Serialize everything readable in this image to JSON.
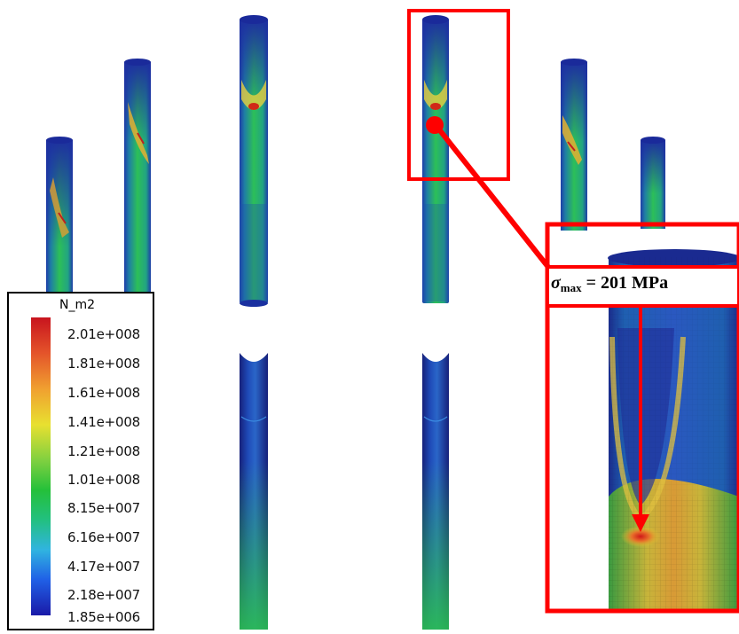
{
  "legend": {
    "unit": "N_m2",
    "labels": [
      "2.01e+008",
      "1.81e+008",
      "1.61e+008",
      "1.41e+008",
      "1.21e+008",
      "1.01e+008",
      "8.15e+007",
      "6.16e+007",
      "4.17e+007",
      "2.18e+007",
      "1.85e+006"
    ]
  },
  "callout": {
    "symbol": "σ",
    "subscript": "max",
    "value_text": " = 201 MPa"
  },
  "colors": {
    "callout_red": "#ff0000",
    "max_stress": "#c8141e",
    "min_stress": "#1a1aa8"
  }
}
